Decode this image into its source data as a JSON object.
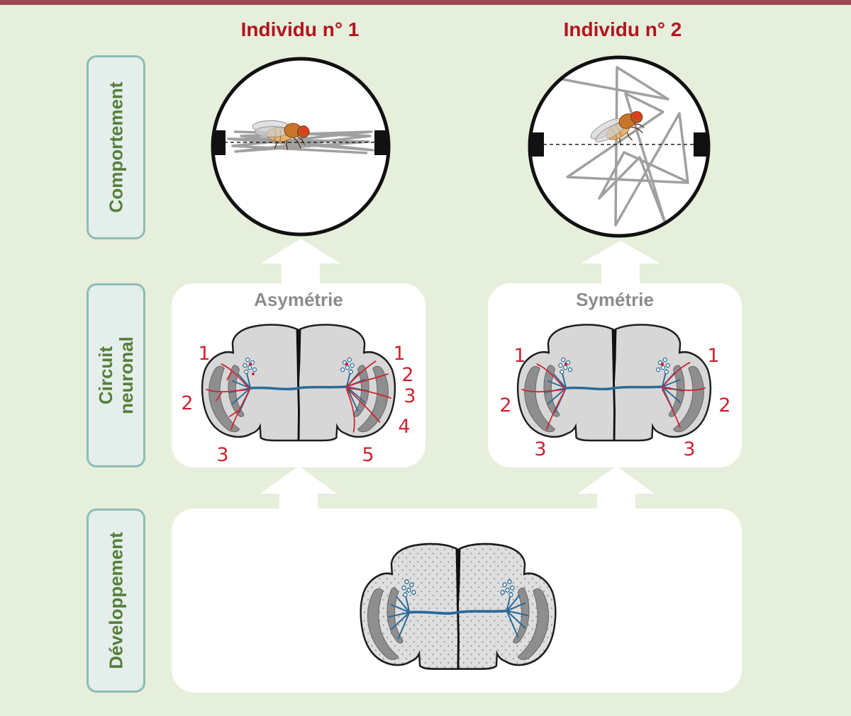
{
  "header": {
    "individual_1": "Individu n° 1",
    "individual_2": "Individu n° 2"
  },
  "row_labels": {
    "behavior": "Comportement",
    "circuit": [
      "Circuit",
      "neuronal"
    ],
    "development": "Développement"
  },
  "circuit_panels": [
    {
      "title": "Asymétrie",
      "left_branches": [
        "1",
        "2",
        "3"
      ],
      "right_branches": [
        "1",
        "2",
        "3",
        "4",
        "5"
      ]
    },
    {
      "title": "Symétrie",
      "left_branches": [
        "1",
        "2",
        "3"
      ],
      "right_branches": [
        "1",
        "2",
        "3"
      ]
    }
  ],
  "colors": {
    "background": "#e6efdb",
    "top_rule": "#9c4852",
    "heading_red": "#b3141f",
    "label_green": "#567f3b",
    "label_box_border": "#8dbdb6",
    "panel_title_gray": "#8c8c8c",
    "neuron_blue": "#2b6a9a",
    "branch_red": "#cc2430",
    "trajectory_gray": "#a0a0a0"
  },
  "icons": {
    "arena": "circular-arena-icon",
    "fly": "fruit-fly-icon",
    "brain": "fly-brain-icon"
  }
}
